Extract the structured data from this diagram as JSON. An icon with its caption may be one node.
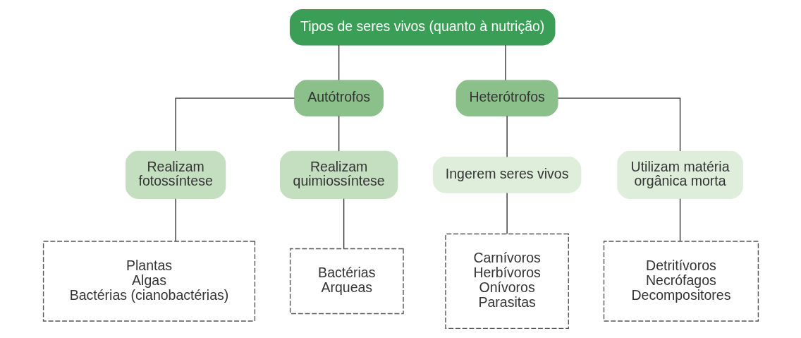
{
  "diagram": {
    "nodes": [
      {
        "text": [
          "Tipos de seres vivos (quanto à nutrição)"
        ]
      },
      {
        "text": [
          "Autótrofos"
        ]
      },
      {
        "text": [
          "Heterótrofos"
        ]
      },
      {
        "text": [
          "Realizam fotossíntese"
        ]
      },
      {
        "text": [
          "Realizam quimiossíntese"
        ]
      },
      {
        "text": [
          "Ingerem seres vivos"
        ]
      },
      {
        "text": [
          "Utilizam matéria orgânica morta"
        ]
      },
      {
        "text": [
          "Plantas",
          "Algas",
          "Bactérias (cianobactérias)"
        ]
      },
      {
        "text": [
          "Bactérias",
          "Arqueas"
        ]
      },
      {
        "text": [
          "Carnívoros",
          "Herbívoros",
          "Onívoros",
          "Parasitas"
        ]
      },
      {
        "text": [
          "Detritívoros",
          "Necrófagos",
          "Decompositores"
        ]
      }
    ],
    "edges": [
      {
        "from": 0,
        "to": 1,
        "arrow": "none"
      },
      {
        "from": 0,
        "to": 2,
        "arrow": "none"
      },
      {
        "from": 1,
        "to": 3,
        "arrow": "none"
      },
      {
        "from": 1,
        "to": 4,
        "arrow": "none"
      },
      {
        "from": 2,
        "to": 5,
        "arrow": "none"
      },
      {
        "from": 2,
        "to": 6,
        "arrow": "none"
      },
      {
        "from": 3,
        "to": 7,
        "arrow": "none"
      },
      {
        "from": 4,
        "to": 8,
        "arrow": "none"
      },
      {
        "from": 5,
        "to": 9,
        "arrow": "none"
      },
      {
        "from": 6,
        "to": 10,
        "arrow": "none"
      }
    ]
  }
}
